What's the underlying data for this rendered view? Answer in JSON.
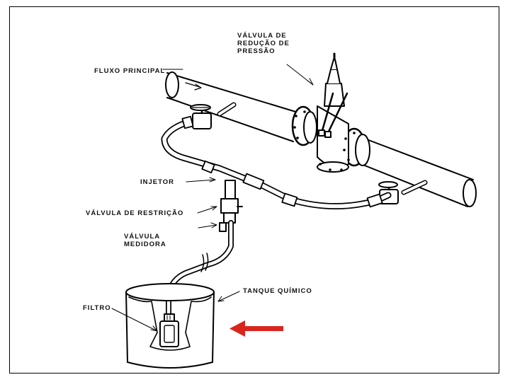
{
  "labels": {
    "valvula_reducao": "VÁLVULA DE REDUÇÃO DE PRESSÃO",
    "fluxo_principal": "FLUXO PRINCIPAL",
    "injetor": "INJETOR",
    "valvula_restricao": "VÁLVULA DE RESTRIÇÃO",
    "valvula_medidora": "VÁLVULA MEDIDORA",
    "tanque_quimico": "TANQUE QUÍMICO",
    "filtro": "FILTRO"
  },
  "colors": {
    "line": "#000000",
    "indicator_arrow": "#d9251d"
  },
  "icons": {
    "indicator": "red-right-pointing-arrow"
  }
}
